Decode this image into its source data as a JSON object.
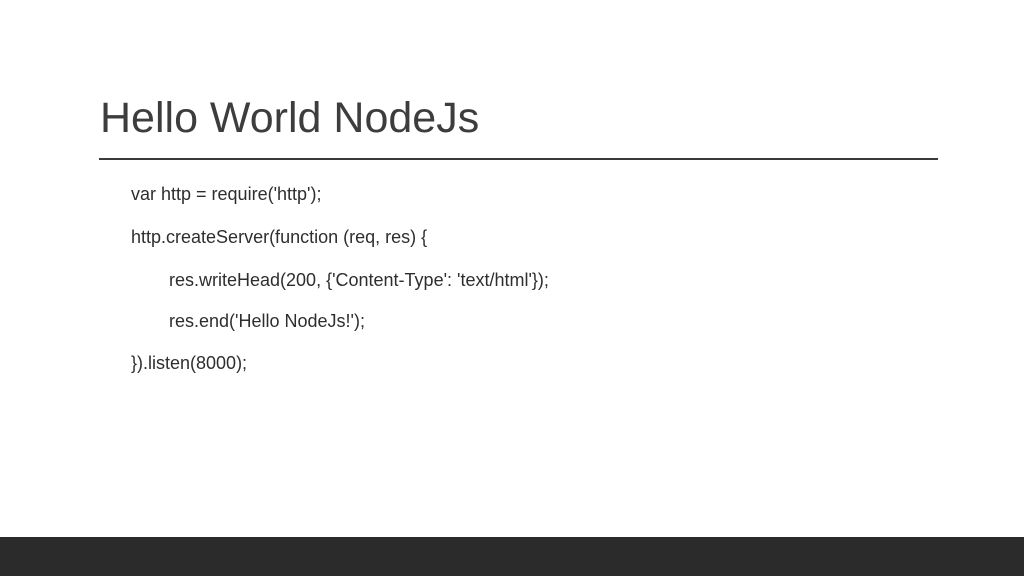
{
  "slide": {
    "title": "Hello World NodeJs",
    "code_lines": [
      "var http = require('http');",
      "http.createServer(function (req, res) {",
      "res.writeHead(200, {'Content-Type': 'text/html'});",
      "res.end('Hello NodeJs!');",
      "}).listen(8000);"
    ]
  },
  "colors": {
    "background": "#ffffff",
    "text": "#3a3a3a",
    "footer_bar": "#2b2b2b"
  }
}
